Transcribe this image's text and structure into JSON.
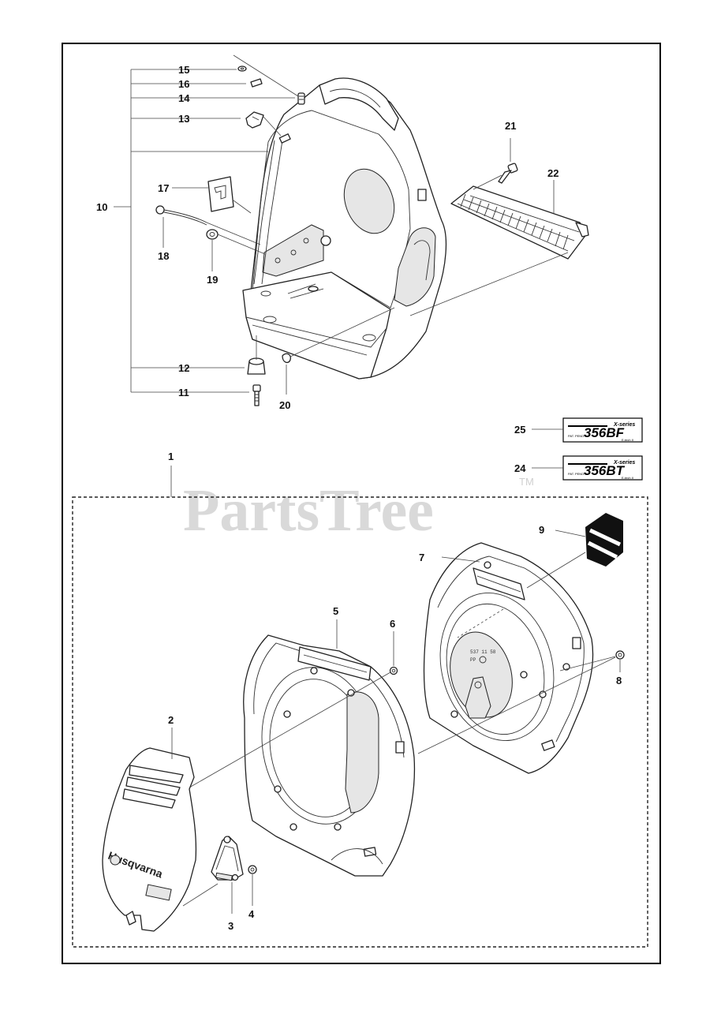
{
  "watermark": {
    "text": "PartsTree",
    "trademark": "TM"
  },
  "callouts": [
    {
      "id": "c15",
      "label": "15"
    },
    {
      "id": "c16",
      "label": "16"
    },
    {
      "id": "c14",
      "label": "14"
    },
    {
      "id": "c13",
      "label": "13"
    },
    {
      "id": "c10",
      "label": "10"
    },
    {
      "id": "c17",
      "label": "17"
    },
    {
      "id": "c18",
      "label": "18"
    },
    {
      "id": "c19",
      "label": "19"
    },
    {
      "id": "c12",
      "label": "12"
    },
    {
      "id": "c11",
      "label": "11"
    },
    {
      "id": "c20",
      "label": "20"
    },
    {
      "id": "c21",
      "label": "21"
    },
    {
      "id": "c22",
      "label": "22"
    },
    {
      "id": "c25",
      "label": "25"
    },
    {
      "id": "c24",
      "label": "24"
    },
    {
      "id": "c1",
      "label": "1"
    },
    {
      "id": "c9",
      "label": "9"
    },
    {
      "id": "c7",
      "label": "7"
    },
    {
      "id": "c5",
      "label": "5"
    },
    {
      "id": "c6",
      "label": "6"
    },
    {
      "id": "c8",
      "label": "8"
    },
    {
      "id": "c2",
      "label": "2"
    },
    {
      "id": "c3",
      "label": "3"
    },
    {
      "id": "c4",
      "label": "4"
    }
  ],
  "decals": {
    "d25": {
      "series": "X-series",
      "model": "356BF",
      "tech": "E-tech II",
      "pat": "PAT. PEND."
    },
    "d24": {
      "series": "X-series",
      "model": "356BT",
      "tech": "E-tech II",
      "pat": "PAT. PEND."
    }
  },
  "brand_text": "Husqvarna",
  "part_stamp": {
    "number": "537 11 58",
    "suffix": "PP"
  }
}
